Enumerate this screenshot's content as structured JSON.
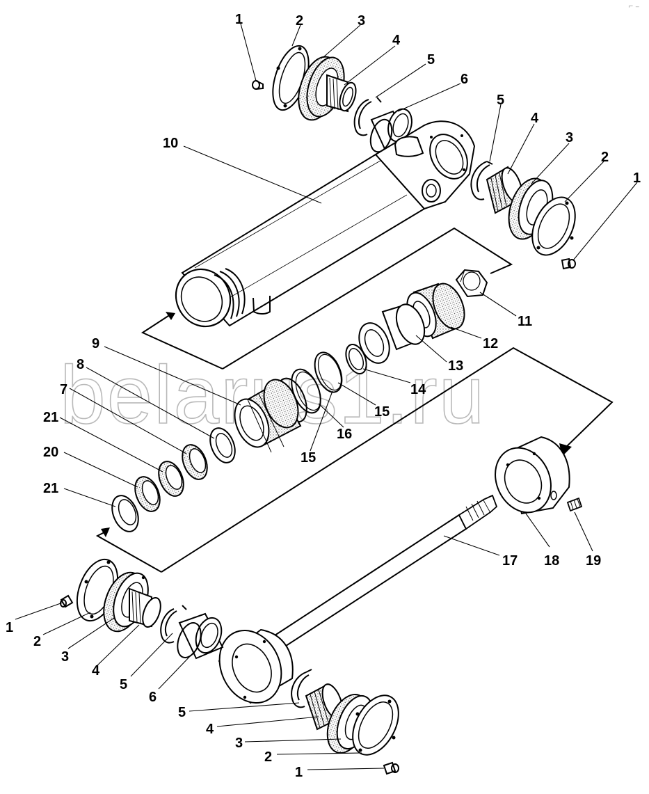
{
  "watermark": "belarus1.ru",
  "corner_mark": "⌐ ‒",
  "labels": {
    "top_left_1": "1",
    "top_left_2": "2",
    "top_left_3": "3",
    "top_left_4": "4",
    "top_left_5": "5",
    "top_left_6": "6",
    "top_right_5": "5",
    "top_right_4": "4",
    "top_right_3": "3",
    "top_right_2": "2",
    "top_right_1": "1",
    "cyl_10": "10",
    "nut_11": "11",
    "piston_12": "12",
    "ring_13": "13",
    "ring_14": "14",
    "seal_15a": "15",
    "seal_15b": "15",
    "ring_16": "16",
    "ring_9": "9",
    "ring_8": "8",
    "ring_7": "7",
    "ring_21a": "21",
    "ring_20": "20",
    "ring_21b": "21",
    "rod_17": "17",
    "head_18": "18",
    "screw_19": "19",
    "bl_1": "1",
    "bl_2": "2",
    "bl_3": "3",
    "bl_4": "4",
    "bl_5": "5",
    "bl_6": "6",
    "br_5": "5",
    "br_4": "4",
    "br_3": "3",
    "br_2": "2",
    "br_1": "1"
  }
}
